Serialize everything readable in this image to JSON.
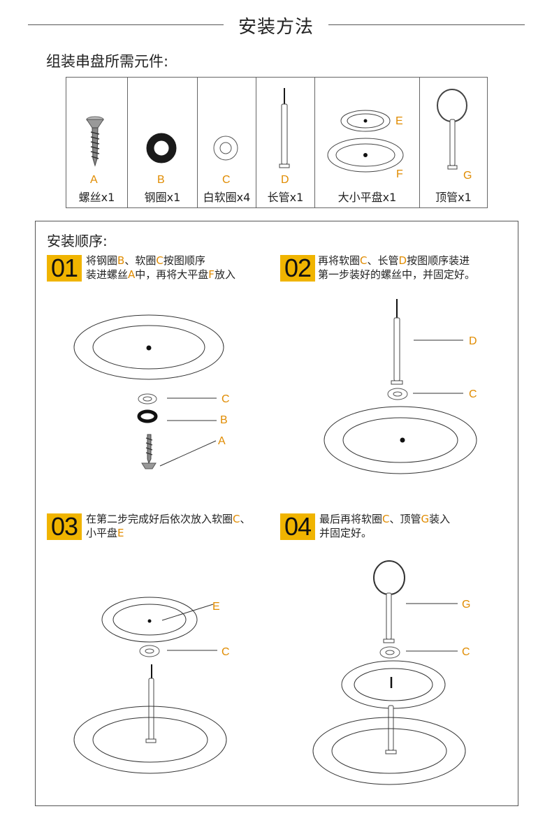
{
  "title": "安装方法",
  "parts_heading": "组装串盘所需元件:",
  "parts": [
    {
      "letter": "A",
      "name": "螺丝x1",
      "icon": "screw-icon"
    },
    {
      "letter": "B",
      "name": "钢圈x1",
      "icon": "steel-ring-icon"
    },
    {
      "letter": "C",
      "name": "白软圈x4",
      "icon": "soft-ring-icon"
    },
    {
      "letter": "D",
      "name": "长管x1",
      "icon": "long-tube-icon"
    },
    {
      "letter": "E",
      "letter2": "F",
      "name": "大小平盘x1",
      "icon": "plates-icon"
    },
    {
      "letter": "G",
      "name": "顶管x1",
      "icon": "top-tube-icon"
    }
  ],
  "steps_heading": "安装顺序:",
  "steps": [
    {
      "number": "01",
      "line1": [
        {
          "t": "将钢圈"
        },
        {
          "t": "B",
          "hl": true
        },
        {
          "t": "、软圈"
        },
        {
          "t": "C",
          "hl": true
        },
        {
          "t": "按图顺序"
        }
      ],
      "line2": [
        {
          "t": "装进螺丝"
        },
        {
          "t": "A",
          "hl": true
        },
        {
          "t": "中，再将大平盘"
        },
        {
          "t": "F",
          "hl": true
        },
        {
          "t": "放入"
        }
      ],
      "callouts": [
        "C",
        "B",
        "A"
      ]
    },
    {
      "number": "02",
      "line1": [
        {
          "t": "再将软圈"
        },
        {
          "t": "C",
          "hl": true
        },
        {
          "t": "、长管"
        },
        {
          "t": "D",
          "hl": true
        },
        {
          "t": "按图顺序装进"
        }
      ],
      "line2": [
        {
          "t": "第一步装好的螺丝中，并固定好。"
        }
      ],
      "callouts": [
        "D",
        "C"
      ]
    },
    {
      "number": "03",
      "line1": [
        {
          "t": "在第二步完成好后依次放入软圈"
        },
        {
          "t": "C",
          "hl": true
        },
        {
          "t": "、"
        }
      ],
      "line2": [
        {
          "t": "小平盘"
        },
        {
          "t": "E",
          "hl": true
        }
      ],
      "callouts": [
        "E",
        "C"
      ]
    },
    {
      "number": "04",
      "line1": [
        {
          "t": "最后再将软圈"
        },
        {
          "t": "C",
          "hl": true
        },
        {
          "t": "、顶管"
        },
        {
          "t": "G",
          "hl": true
        },
        {
          "t": "装入"
        }
      ],
      "line2": [
        {
          "t": "并固定好。"
        }
      ],
      "callouts": [
        "G",
        "C"
      ]
    }
  ],
  "colors": {
    "accent": "#e08b00",
    "badge": "#f0b400",
    "line": "#333333"
  }
}
